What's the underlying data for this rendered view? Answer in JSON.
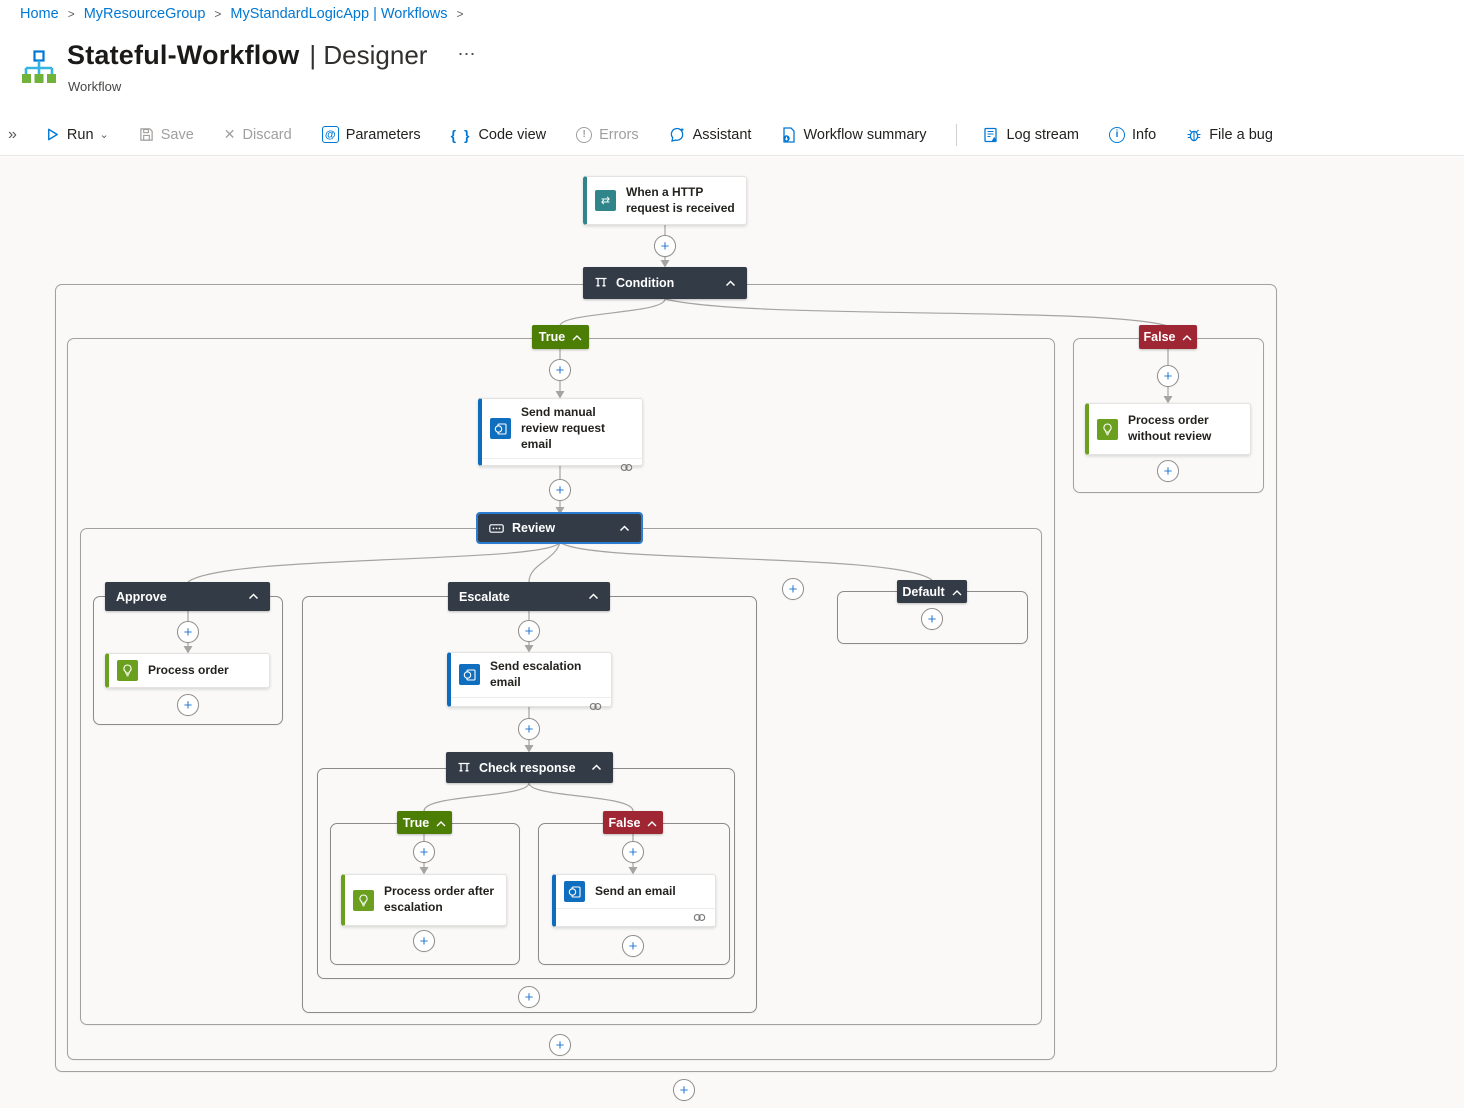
{
  "breadcrumb": {
    "items": [
      {
        "label": "Home"
      },
      {
        "label": "MyResourceGroup"
      },
      {
        "label": "MyStandardLogicApp | Workflows"
      }
    ]
  },
  "header": {
    "title": "Stateful-Workflow",
    "view": "| Designer",
    "type_label": "Workflow"
  },
  "toolbar": {
    "run": "Run",
    "save": "Save",
    "discard": "Discard",
    "parameters": "Parameters",
    "code_view": "Code view",
    "errors": "Errors",
    "assistant": "Assistant",
    "workflow_summary": "Workflow summary",
    "log_stream": "Log stream",
    "info": "Info",
    "file_bug": "File a bug"
  },
  "workflow": {
    "trigger": "When a HTTP request is received",
    "condition": "Condition",
    "branch_true": "True",
    "branch_false": "False",
    "send_manual_review": "Send manual review request email",
    "review": "Review",
    "case_approve": "Approve",
    "case_escalate": "Escalate",
    "case_default": "Default",
    "process_order": "Process order",
    "send_escalation": "Send escalation email",
    "check_response": "Check response",
    "check_true": "True",
    "check_false": "False",
    "process_after": "Process order after escalation",
    "send_email": "Send an email",
    "process_without": "Process order without review"
  },
  "glyphs": {
    "plus": "+",
    "more": "⋯",
    "crumb_sep": ">",
    "collapse": "»",
    "run_caret": "⌄",
    "discard_x": "✕",
    "at": "@",
    "braces": "{ }",
    "bang": "!",
    "info_i": "i",
    "trigger_glyph": "⇄"
  },
  "colors": {
    "accent": "#0078d4",
    "true_green": "#4c7d05",
    "false_red": "#9f2733",
    "scope_dark": "#333b46",
    "action_green": "#6aa01e",
    "email_blue": "#106ebe",
    "trigger_teal": "#2f858a"
  }
}
